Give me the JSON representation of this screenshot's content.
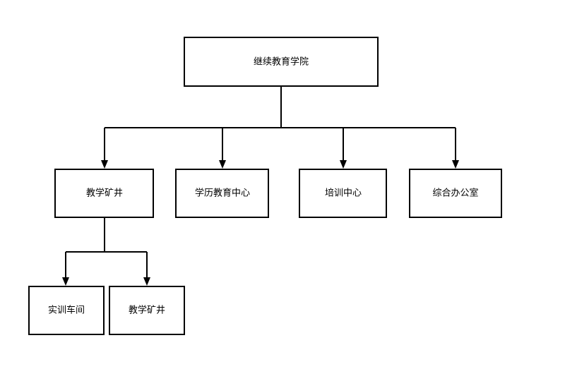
{
  "diagram": {
    "type": "org-chart",
    "colors": {
      "stroke": "#000000",
      "fill": "#ffffff",
      "text": "#000000"
    },
    "nodes": {
      "root": {
        "label": "继续教育学院"
      },
      "mine1": {
        "label": "教学矿井"
      },
      "degree": {
        "label": "学历教育中心"
      },
      "training": {
        "label": "培训中心"
      },
      "office": {
        "label": "综合办公室"
      },
      "workshop": {
        "label": "实训车间"
      },
      "mine2": {
        "label": "教学矿井"
      }
    },
    "edges": [
      {
        "from": "root",
        "to": "mine1"
      },
      {
        "from": "root",
        "to": "degree"
      },
      {
        "from": "root",
        "to": "training"
      },
      {
        "from": "root",
        "to": "office"
      },
      {
        "from": "mine1",
        "to": "workshop"
      },
      {
        "from": "mine1",
        "to": "mine2"
      }
    ]
  }
}
